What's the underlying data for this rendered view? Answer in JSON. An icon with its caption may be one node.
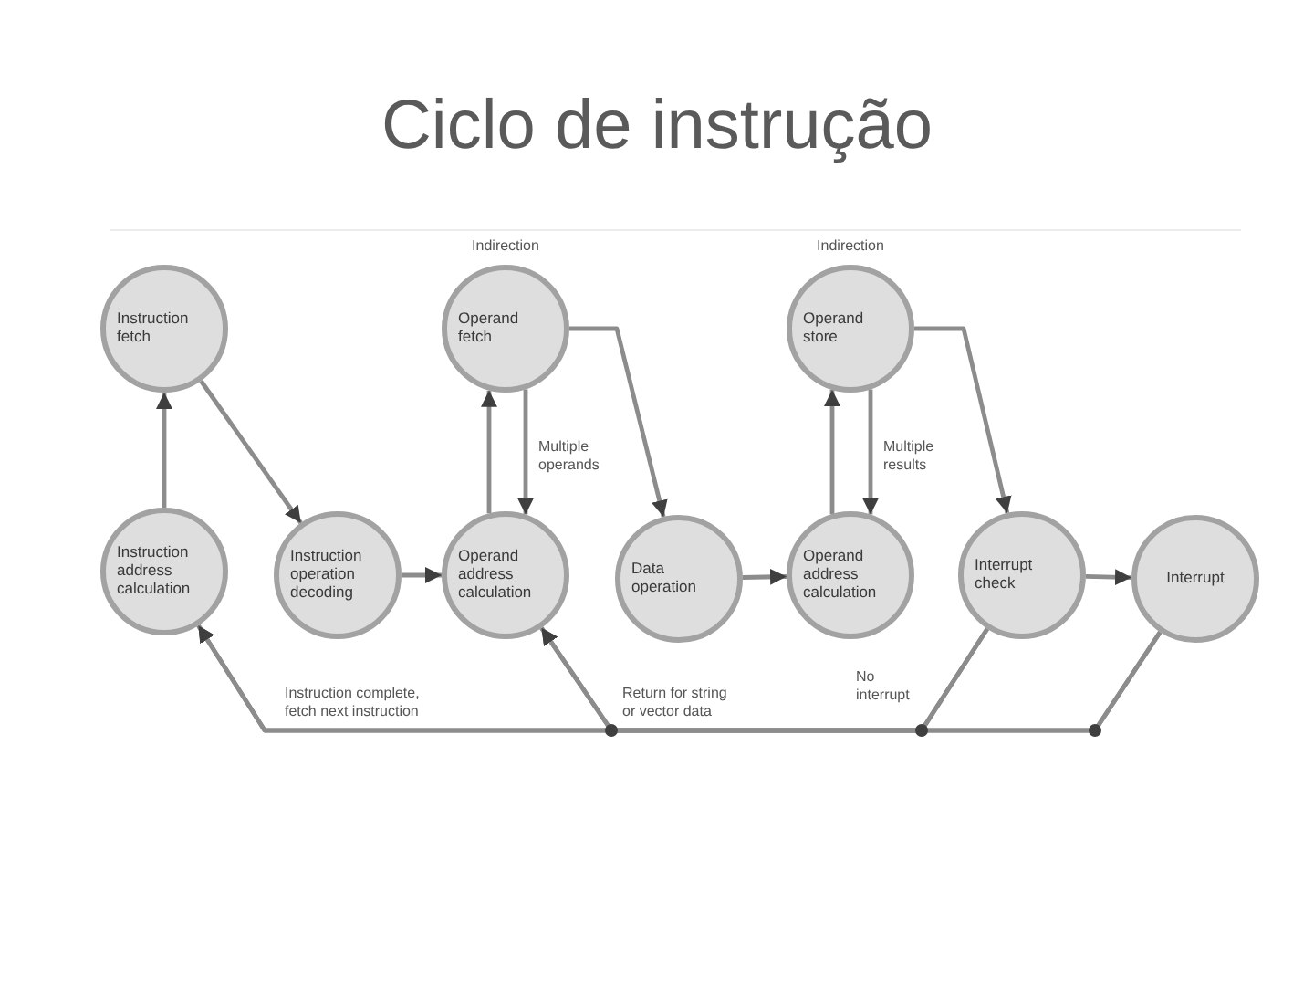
{
  "diagram": {
    "title": "Ciclo de instrução",
    "nodes": [
      {
        "text": [
          "Instruction fetch"
        ]
      },
      {
        "text": [
          "Operand fetch"
        ]
      },
      {
        "text": [
          "Operand store"
        ]
      },
      {
        "text": [
          "Instruction address calculation"
        ]
      },
      {
        "text": [
          "Instruction operation decoding"
        ]
      },
      {
        "text": [
          "Operand address calculation"
        ]
      },
      {
        "text": [
          "Data operation"
        ]
      },
      {
        "text": [
          "Operand address calculation"
        ]
      },
      {
        "text": [
          "Interrupt check"
        ]
      },
      {
        "text": [
          "Interrupt"
        ]
      }
    ],
    "edges": [
      {
        "from": 3,
        "to": 0,
        "arrow": "to"
      },
      {
        "from": 0,
        "to": 4,
        "arrow": "to"
      },
      {
        "from": 4,
        "to": 5,
        "arrow": "to"
      },
      {
        "from": 5,
        "to": 1,
        "arrow": "to"
      },
      {
        "from": 1,
        "to": 5,
        "arrow": "to",
        "label": "Multiple operands"
      },
      {
        "from": 1,
        "to": 6,
        "arrow": "to"
      },
      {
        "from": 6,
        "to": 7,
        "arrow": "to"
      },
      {
        "from": 7,
        "to": 2,
        "arrow": "to"
      },
      {
        "from": 2,
        "to": 7,
        "arrow": "to",
        "label": "Multiple results"
      },
      {
        "from": 2,
        "to": 8,
        "arrow": "to"
      },
      {
        "from": 8,
        "to": 9,
        "arrow": "to"
      },
      {
        "from": 8,
        "to": 3,
        "arrow": "to",
        "label": "No interrupt"
      },
      {
        "from": 8,
        "to": 5,
        "arrow": "to",
        "label": "Return for string or vector data"
      },
      {
        "from": 9,
        "to": 3,
        "arrow": "to",
        "label": "Instruction complete, fetch next instruction"
      },
      {
        "from": 9,
        "to": 5,
        "arrow": "to"
      }
    ],
    "labels": [
      "Indirection",
      "Indirection"
    ]
  }
}
